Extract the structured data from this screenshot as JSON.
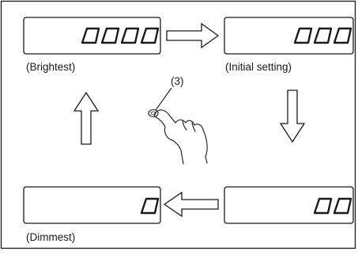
{
  "diagram": {
    "panels": [
      {
        "id": "brightest",
        "digits": 4,
        "label": "(Brightest)"
      },
      {
        "id": "initial",
        "digits": 3,
        "label": "(Initial setting)"
      },
      {
        "id": "middle",
        "digits": 2,
        "label": ""
      },
      {
        "id": "dimmest",
        "digits": 1,
        "label": "(Dimmest)"
      }
    ],
    "callout": "(3)",
    "flow_arrows": [
      "right",
      "down",
      "left",
      "up"
    ]
  }
}
